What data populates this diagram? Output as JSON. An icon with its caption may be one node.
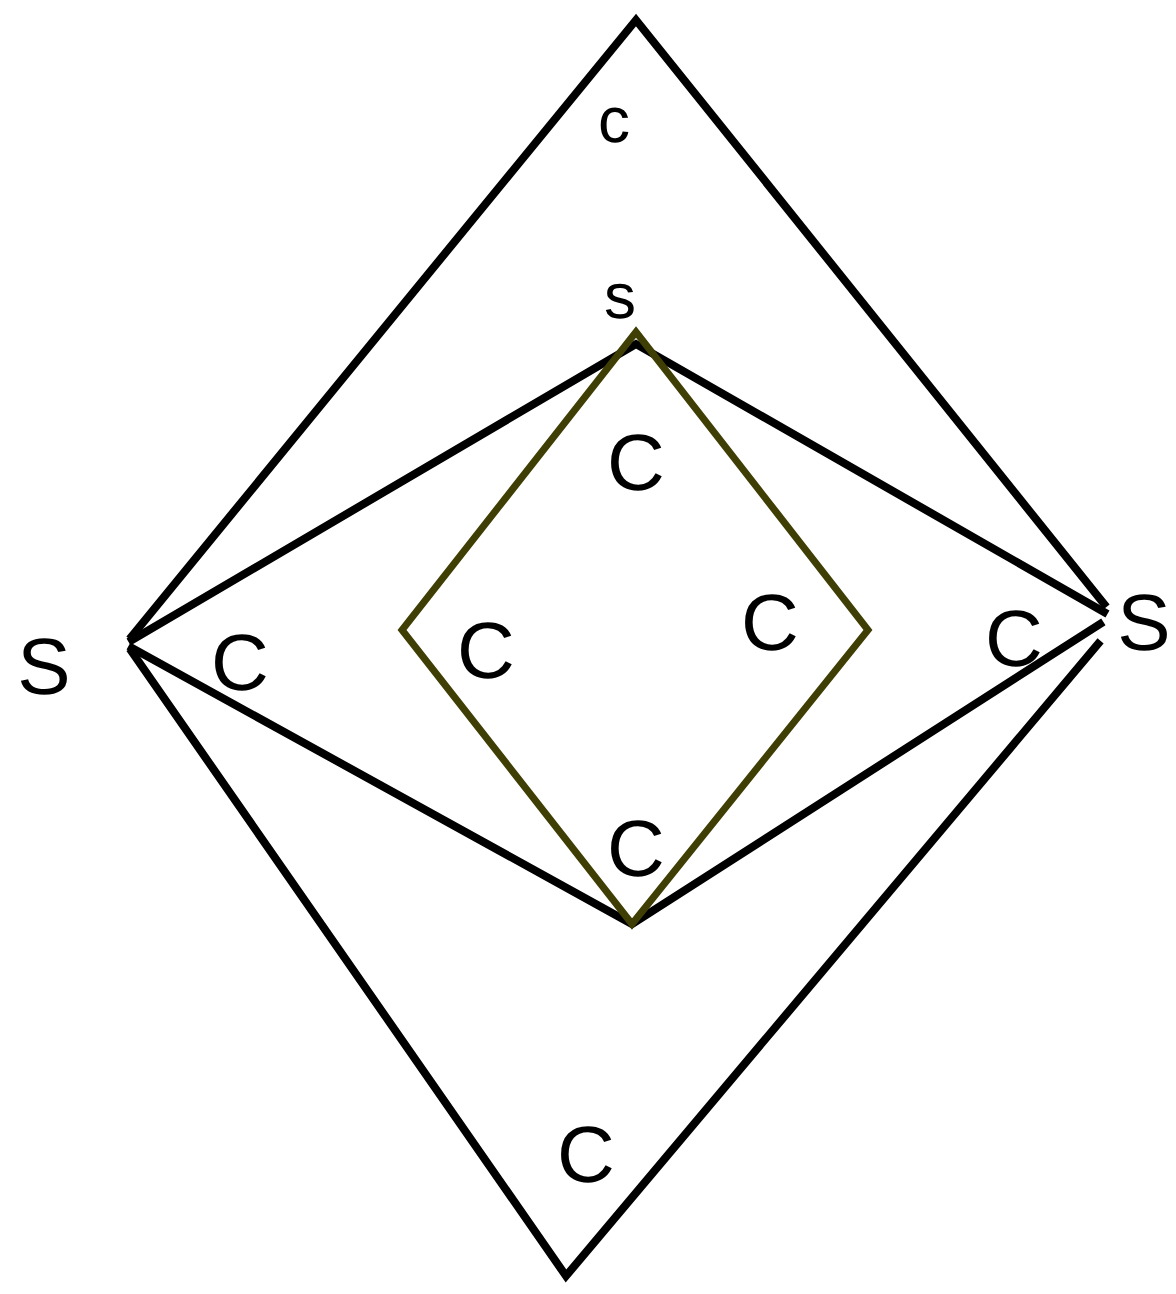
{
  "diagram": {
    "labels": [
      "c",
      "s",
      "C",
      "S",
      "C",
      "C",
      "C",
      "C",
      "S",
      "C",
      "C"
    ]
  }
}
